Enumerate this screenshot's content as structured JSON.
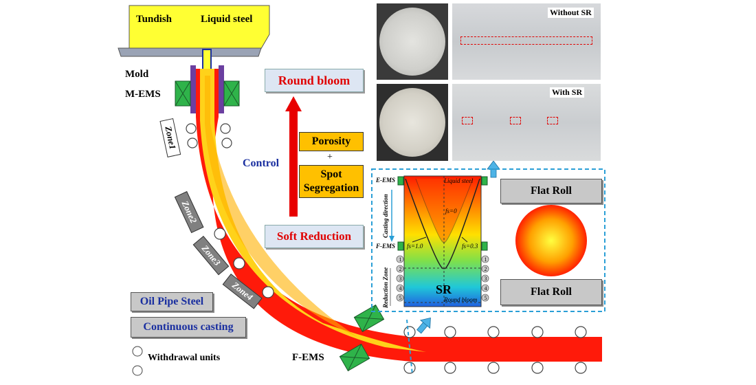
{
  "labels": {
    "tundish": "Tundish",
    "liquid_steel": "Liquid steel",
    "mold": "Mold",
    "m_ems": "M-EMS",
    "zone1": "Zone1",
    "zone2": "Zone2",
    "zone3": "Zone3",
    "zone4": "Zone4",
    "oil_pipe_steel": "Oil Pipe Steel",
    "continuous_casting": "Continuous casting",
    "withdrawal_units": "Withdrawal units",
    "f_ems": "F-EMS",
    "round_bloom": "Round bloom",
    "control": "Control",
    "porosity": "Porosity",
    "plus": "+",
    "spot_segregation": "Spot Segregation",
    "soft_reduction": "Soft Reduction",
    "without_sr": "Without SR",
    "with_sr": "With SR",
    "flat_roll_top": "Flat Roll",
    "flat_roll_bottom": "Flat Roll"
  },
  "inset": {
    "e_ems": "E-EMS",
    "f_ems": "F-EMS",
    "liquid_steel": "Liquid steel",
    "fs0": "fs=0",
    "fs1": "fs=1.0",
    "fs03": "fs=0.3",
    "casting_direction": "Casting direction",
    "reduction_zone": "Reduction Zone",
    "sr": "SR",
    "round_bloom": "Round bloom",
    "roll_numbers": [
      "1",
      "2",
      "3",
      "4",
      "5"
    ]
  },
  "colors": {
    "strand_outer": "#ff1a0a",
    "strand_core": "#ffd21a",
    "tundish": "#ffff33",
    "ems_green": "#2fb34a",
    "mold_purple": "#6b3fa0",
    "arrow_red": "#e80000",
    "arrow_blue": "#4db3e6",
    "title_red": "#e00000",
    "title_blue": "#1a2fa0",
    "box_orange": "#ffc000"
  }
}
